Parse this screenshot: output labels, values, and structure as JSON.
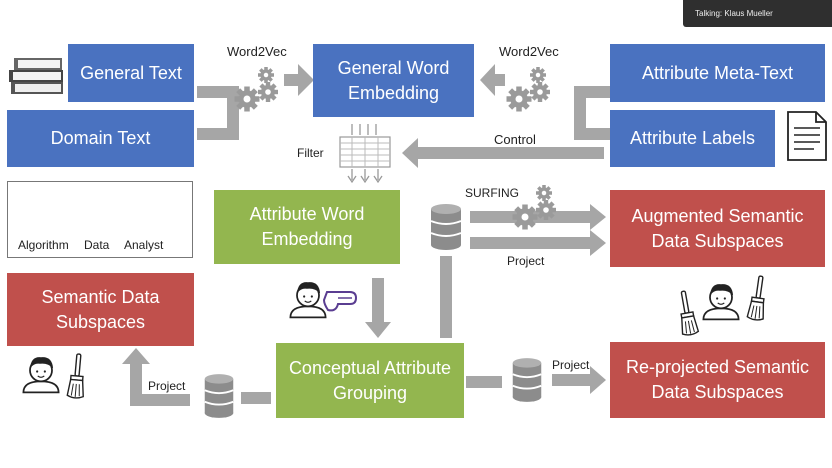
{
  "meeting": {
    "talking_indicator": "Talking: Klaus Mueller"
  },
  "boxes": {
    "general_text": "General Text",
    "domain_text": "Domain Text",
    "general_word_embedding": "General Word Embedding",
    "attribute_meta_text": "Attribute Meta-Text",
    "attribute_labels": "Attribute Labels",
    "attribute_word_embedding": "Attribute Word Embedding",
    "augmented_semantic_subspaces": "Augmented Semantic Data Subspaces",
    "semantic_data_subspaces": "Semantic Data Subspaces",
    "conceptual_attribute_grouping": "Conceptual Attribute Grouping",
    "reprojected_semantic_subspaces": "Re-projected Semantic Data Subspaces"
  },
  "labels": {
    "word2vec_left": "Word2Vec",
    "word2vec_right": "Word2Vec",
    "filter": "Filter",
    "control": "Control",
    "surfing": "SURFING",
    "project_top": "Project",
    "project_left": "Project",
    "project_bottom": "Project"
  },
  "legend": {
    "algorithm": "Algorithm",
    "data": "Data",
    "analyst": "Analyst"
  },
  "colors": {
    "blue": "#4a72c0",
    "green": "#93b64f",
    "red": "#c0504c",
    "arrow_gray": "#a6a6a6"
  }
}
